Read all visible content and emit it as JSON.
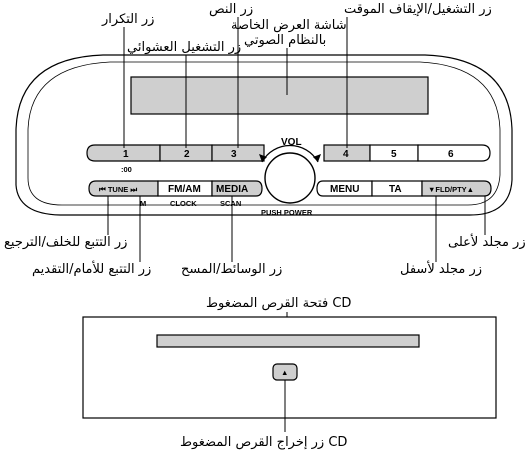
{
  "labels": {
    "repeat": "زر التكرار",
    "random": "زر التشغيل العشوائي",
    "text": "زر النص",
    "display_line1": "شاشة العرض الخاصة",
    "display_line2": "بالنظام الصوتي",
    "play_pause": "زر التشغيل/الإيقاف الموقت",
    "track_back": "زر التتبع للخلف/الترجيع",
    "track_forward": "زر التتبع للأمام/التقديم",
    "media_scan": "زر الوسائط/المسح",
    "folder_down": "زر مجلد لأسفل",
    "folder_up": "زر مجلد لأعلى",
    "cd_slot": "فتحة القرص المضغوط CD",
    "cd_eject": "زر إخراج القرص المضغوط CD"
  },
  "buttons": {
    "preset_1": "1",
    "preset_2": "2",
    "preset_3": "3",
    "preset_4": "4",
    "preset_5": "5",
    "preset_6": "6",
    "tune": "⏮ TUNE ⏭",
    "fm_am": "FM/AM",
    "media": "MEDIA",
    "menu": "MENU",
    "ta": "TA",
    "fld_pty": "▼FLD/PTY▲",
    "eject": "▲"
  },
  "sublabels": {
    "time_00": ":00",
    "clock": "CLOCK",
    "scan": "SCAN",
    "i": "I",
    "m": "M"
  },
  "knob": {
    "vol": "VOL",
    "push_power": "PUSH POWER"
  }
}
